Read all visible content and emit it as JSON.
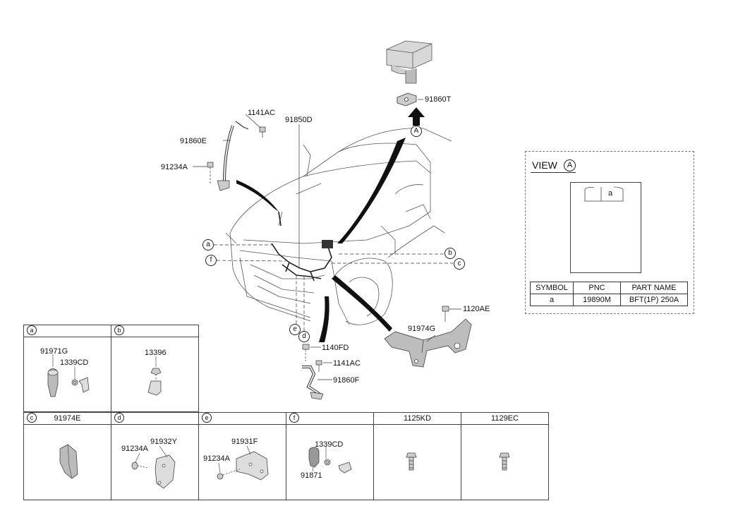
{
  "callouts": {
    "p1141AC_top": "1141AC",
    "p91850D": "91850D",
    "p91860E": "91860E",
    "p91234A": "91234A",
    "p91860T": "91860T",
    "p1120AE": "1120AE",
    "p91974G": "91974G",
    "p1140FD": "1140FD",
    "p1141AC_bottom": "1141AC",
    "p91860F": "91860F"
  },
  "markers": {
    "a": "a",
    "b": "b",
    "c": "c",
    "d": "d",
    "e": "e",
    "f": "f",
    "A": "A"
  },
  "view_a": {
    "title": "VIEW",
    "marker": "A",
    "inner_label": "a",
    "table": {
      "headers": [
        "SYMBOL",
        "PNC",
        "PART NAME"
      ],
      "rows": [
        [
          "a",
          "19890M",
          "BFT(1P) 250A"
        ]
      ]
    }
  },
  "detail_grid": {
    "a": {
      "marker": "a",
      "parts": [
        "91971G",
        "1339CD"
      ]
    },
    "b": {
      "marker": "b",
      "parts": [
        "13396"
      ]
    },
    "c": {
      "marker": "c",
      "title": "91974E"
    },
    "d": {
      "marker": "d",
      "parts": [
        "91234A",
        "91932Y"
      ]
    },
    "e": {
      "marker": "e",
      "parts": [
        "91931F",
        "91234A"
      ]
    },
    "f": {
      "marker": "f",
      "parts": [
        "1339CD",
        "91871"
      ]
    },
    "g": {
      "title": "1125KD"
    },
    "h": {
      "title": "1129EC"
    }
  }
}
